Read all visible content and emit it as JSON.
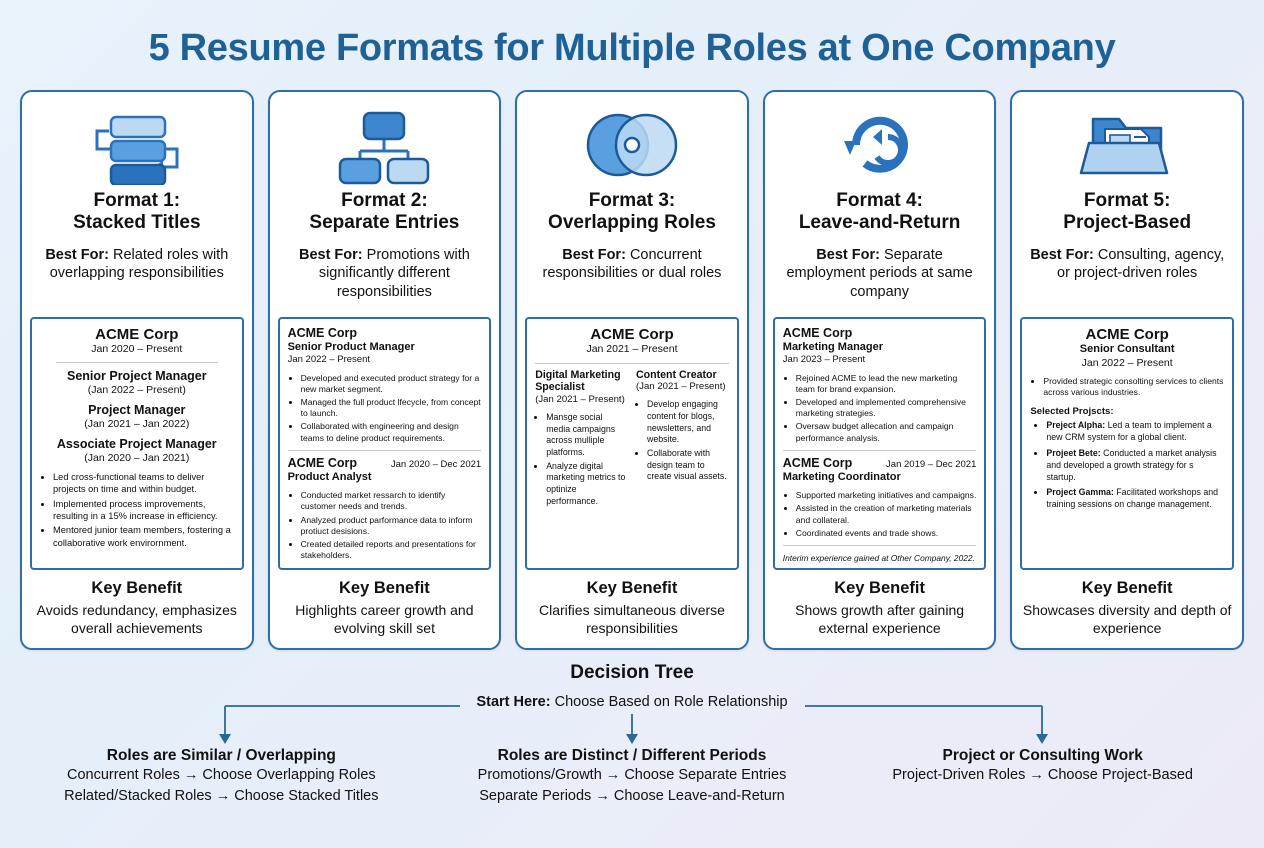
{
  "title": "5 Resume Formats for Multiple Roles at One Company",
  "colors": {
    "title_blue": "#1f6195",
    "card_border": "#2f6da6",
    "icon_dark": "#2a72bd",
    "icon_mid": "#5aa0e0",
    "icon_light": "#bcd9f2",
    "bg_start": "#e8f2fb",
    "bg_end": "#eceaf7"
  },
  "cards": [
    {
      "icon": "stacked-bars-icon",
      "title_line1": "Format 1:",
      "title_line2": "Stacked Titles",
      "best_for_label": "Best For:",
      "best_for_text": "Related roles with overlapping responsibilities",
      "resume": {
        "layout": "centered-stacked",
        "company": "ACME Corp",
        "company_dates": "Jan 2020 – Present",
        "roles": [
          {
            "title": "Senior Project Manager",
            "dates": "(Jan 2022 – Present)"
          },
          {
            "title": "Project Manager",
            "dates": "(Jan 2021 – Jan 2022)"
          },
          {
            "title": "Associate Project Manager",
            "dates": "(Jan 2020 – Jan 2021)"
          }
        ],
        "bullets": [
          "Led cross-functional teams to deliver projects on time and within budget.",
          "Implemented process improvements, resulting in a 15% increase in efficiency.",
          "Mentored junior team members, fostering a collaborative work envirornment."
        ]
      },
      "key_benefit_label": "Key Benefit",
      "key_benefit_text": "Avoids redundancy, emphasizes overall achievements"
    },
    {
      "icon": "org-chart-icon",
      "title_line1": "Format 2:",
      "title_line2": "Separate Entries",
      "best_for_label": "Best For:",
      "best_for_text": "Promotions with significantly different responsibilities",
      "resume": {
        "layout": "two-entries",
        "entries": [
          {
            "company": "ACME Corp",
            "role": "Senior Product Manager",
            "dates": "Jan 2022 – Present",
            "dates_inline": false,
            "bullets": [
              "Developed and executed product strategy for a new market segment.",
              "Managed the full product lfecycle, from concept to launch.",
              "Collaborated with engineering and design teams to deline product requirements."
            ]
          },
          {
            "company": "ACME Corp",
            "role": "Product Analyst",
            "dates": "Jan 2020 – Dec 2021",
            "dates_inline": true,
            "bullets": [
              "Conducted market ressarch to identify customer needs and trends.",
              "Analyzed product parformance data to inform protiuct desisions.",
              "Created detailed reports and presentations for stakeholders."
            ]
          }
        ]
      },
      "key_benefit_label": "Key Benefit",
      "key_benefit_text": "Highlights career growth and evolving skill set"
    },
    {
      "icon": "venn-overlap-icon",
      "title_line1": "Format 3:",
      "title_line2": "Overlapping Roles",
      "best_for_label": "Best For:",
      "best_for_text": "Concurrent responsibilities or dual roles",
      "resume": {
        "layout": "two-columns",
        "company": "ACME Corp",
        "company_dates": "Jan 2021 – Present",
        "columns": [
          {
            "role": "Digital Marketing Specialist",
            "dates": "(Jan 2021 – Present)",
            "bullets": [
              "Mansge social media campaigns across mulliple platforms.",
              "Analyze digital marketing metrics to optinize performance."
            ]
          },
          {
            "role": "Content Creator",
            "dates": "(Jan 2021 – Present)",
            "bullets": [
              "Develop engaging content for blogs, newsletters, and website.",
              "Collaborate with design team to create visual assets."
            ]
          }
        ]
      },
      "key_benefit_label": "Key Benefit",
      "key_benefit_text": "Clarifies simultaneous diverse responsibilities"
    },
    {
      "icon": "return-arrow-icon",
      "title_line1": "Format 4:",
      "title_line2": "Leave-and-Return",
      "best_for_label": "Best For:",
      "best_for_text": "Separate employment periods at same company",
      "resume": {
        "layout": "two-entries",
        "entries": [
          {
            "company": "ACME Corp",
            "role": "Marketing Manager",
            "dates": "Jan 2023 – Present",
            "dates_inline": false,
            "bullets": [
              "Rejoined ACME to lead the new marketing team for brand expansion.",
              "Developed and implemented comprehensive marketing strategies.",
              "Oversaw budget allecation and campaign performance analysis."
            ]
          },
          {
            "company": "ACME Corp",
            "role": "Marketing Coordinator",
            "dates": "Jan 2019 – Dec 2021",
            "dates_inline": true,
            "bullets": [
              "Supported marketing initiatives and campaigns.",
              "Assisted in the creation of marketing materials and collateral.",
              "Coordinated events and trade shows."
            ]
          }
        ],
        "note": "Interim experience gained at Other Company, 2022."
      },
      "key_benefit_label": "Key Benefit",
      "key_benefit_text": "Shows growth after gaining external experience"
    },
    {
      "icon": "folder-document-icon",
      "title_line1": "Format 5:",
      "title_line2": "Project-Based",
      "best_for_label": "Best For:",
      "best_for_text": "Consulting, agency, or project-driven roles",
      "resume": {
        "layout": "projects",
        "company": "ACME Corp",
        "role": "Senior Consultant",
        "company_dates": "Jan 2022 – Present",
        "bullets": [
          "Provided strategic consolting services to clients across various industries."
        ],
        "projects_heading": "Selected Projscts:",
        "projects": [
          {
            "name": "Preject Alpha:",
            "text": " Led a team to implement a new CRM system for a global client."
          },
          {
            "name": "Projeet Bete:",
            "text": " Conducted a market analysis and developed a growth strategy for s startup."
          },
          {
            "name": "Project Gamma:",
            "text": " Facilitated workshops and training sessions on change management."
          }
        ]
      },
      "key_benefit_label": "Key Benefit",
      "key_benefit_text": "Showcases diversity and depth of experience"
    }
  ],
  "decision_tree": {
    "title": "Decision Tree",
    "start_label": "Start Here:",
    "start_text": " Choose Based on Role Relationship",
    "branches": [
      {
        "heading": "Roles are Similar / Overlapping",
        "lines": [
          "Concurrent Roles → Choose Overlapping Roles",
          "Related/Stacked Roles → Choose Stacked Titles"
        ]
      },
      {
        "heading": "Roles are Distinct / Different Periods",
        "lines": [
          "Promotions/Growth → Choose Separate Entries",
          "Separate Periods → Choose Leave-and-Return"
        ]
      },
      {
        "heading": "Project or Consulting Work",
        "lines": [
          "Project-Driven Roles → Choose Project-Based"
        ]
      }
    ]
  }
}
